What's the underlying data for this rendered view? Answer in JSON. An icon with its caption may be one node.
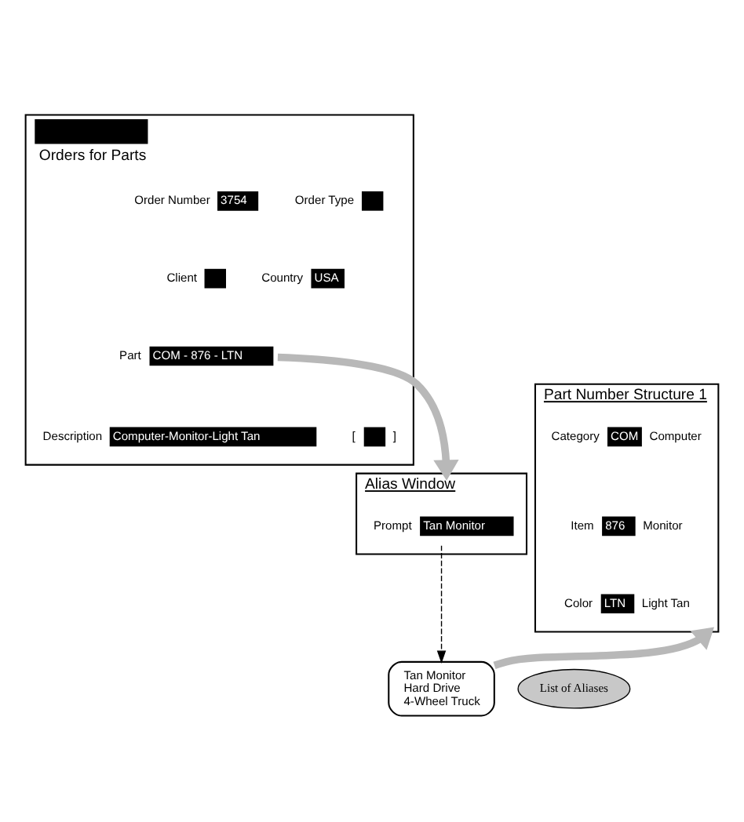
{
  "diagram": {
    "nodes": [
      {
        "text": [
          "Orders for Parts"
        ]
      },
      {
        "text": [
          "3754"
        ],
        "beside": [
          "Order Number"
        ],
        "in": 0
      },
      {
        "text": [],
        "shape": "box",
        "beside": [
          "Order Type"
        ],
        "in": 0
      },
      {
        "text": [],
        "shape": "box",
        "beside": [
          "Client"
        ],
        "in": 0
      },
      {
        "text": [
          "USA"
        ],
        "beside": [
          "Country"
        ],
        "in": 0
      },
      {
        "text": [
          "COM - 876 - LTN"
        ],
        "beside": [
          "Part"
        ],
        "in": 0
      },
      {
        "text": [
          "Computer-Monitor-Light Tan"
        ],
        "beside": [
          "Description"
        ],
        "in": 0
      },
      {
        "text": [],
        "shape": "box",
        "beside": [
          "[",
          "]"
        ],
        "in": 0
      },
      {
        "text": [
          "Alias Window"
        ]
      },
      {
        "text": [
          "Tan Monitor"
        ],
        "beside": [
          "Prompt"
        ],
        "in": 8
      },
      {
        "text": [
          "List of Aliases"
        ]
      },
      {
        "text": [
          "Tan Monitor",
          "Hard Drive",
          "4-Wheel Truck"
        ]
      },
      {
        "text": [
          "Part Number Structure 1"
        ]
      },
      {
        "text": [
          "COM"
        ],
        "beside": [
          "Category",
          "Computer"
        ],
        "in": 12
      },
      {
        "text": [
          "876"
        ],
        "beside": [
          "Item",
          "Monitor"
        ],
        "in": 12
      },
      {
        "text": [
          "LTN"
        ],
        "beside": [
          "Color",
          "Light Tan"
        ],
        "in": 12
      }
    ],
    "edges": [
      {
        "from": 5,
        "to": 8,
        "arrow": "to"
      },
      {
        "from": 9,
        "to": 11,
        "arrow": "to",
        "style": "dashed",
        "color": "#000000"
      },
      {
        "from": 11,
        "to": 12,
        "arrow": "to"
      }
    ]
  }
}
